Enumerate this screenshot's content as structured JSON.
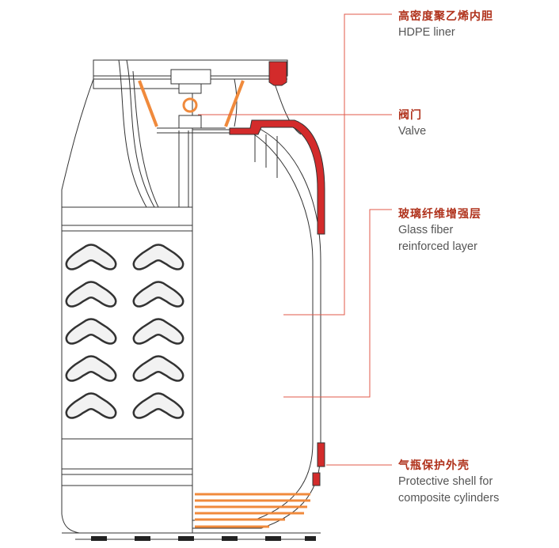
{
  "colors": {
    "outline": "#333333",
    "accent_red": "#d32b2b",
    "leader": "#e05a4a",
    "liner_orange": "#f08a3c",
    "zh_text": "#b0321c",
    "en_text": "#555555",
    "vent_fill": "#f2f2f2"
  },
  "labels": [
    {
      "id": "hdpe-liner",
      "zh": "高密度聚乙烯内胆",
      "en": [
        "HDPE liner"
      ]
    },
    {
      "id": "valve",
      "zh": "阀门",
      "en": [
        "Valve"
      ]
    },
    {
      "id": "glass-fiber",
      "zh": "玻璃纤维增强层",
      "en": [
        "Glass fiber",
        "reinforced layer"
      ]
    },
    {
      "id": "protective-shell",
      "zh": "气瓶保护外壳",
      "en": [
        "Protective shell for",
        "composite cylinders"
      ]
    }
  ],
  "icons": {
    "vent": "chevron-vent-icon",
    "valve": "valve-icon",
    "handle": "handle-icon"
  }
}
